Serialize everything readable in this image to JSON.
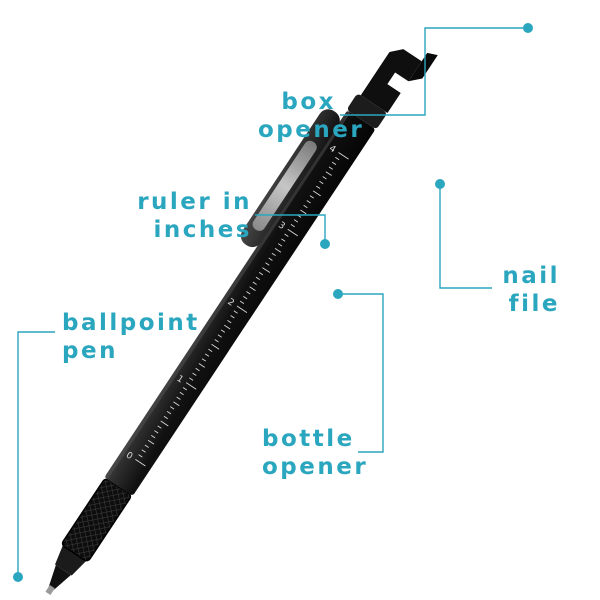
{
  "labels": {
    "box_opener": [
      "box",
      "opener"
    ],
    "ruler": [
      "ruler in",
      "inches"
    ],
    "nail_file": [
      "nail",
      "file"
    ],
    "ballpoint_pen": [
      "ballpoint",
      "pen"
    ],
    "bottle_opener": [
      "bottle",
      "opener"
    ]
  },
  "ruler_numbers": [
    "0",
    "1",
    "2",
    "3",
    "4"
  ],
  "colors": {
    "accent": "#2aa6bf",
    "pen_body": "#151515"
  }
}
